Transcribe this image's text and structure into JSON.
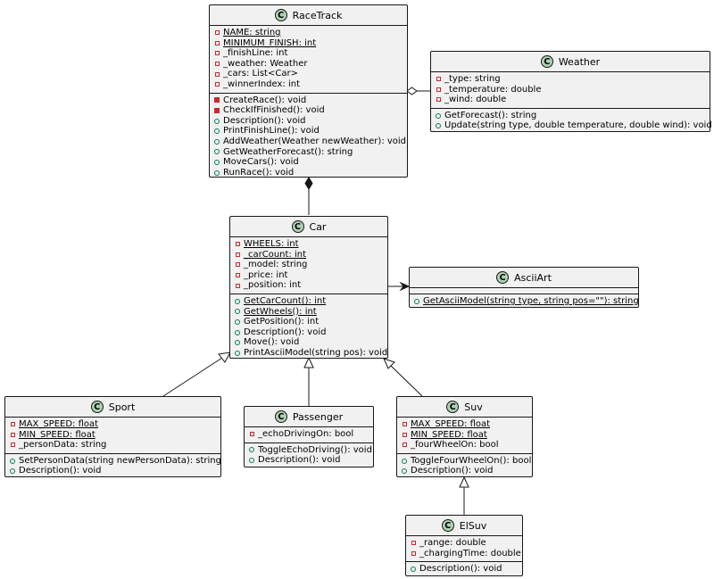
{
  "classes": {
    "racetrack": {
      "name": "RaceTrack",
      "stereotype_letter": "C",
      "fields": [
        {
          "vis": "private",
          "text": "NAME: string",
          "static": true
        },
        {
          "vis": "private",
          "text": "MINIMUM_FINISH: int",
          "static": true
        },
        {
          "vis": "private",
          "text": "_finishLine: int",
          "static": false
        },
        {
          "vis": "private",
          "text": "_weather: Weather",
          "static": false
        },
        {
          "vis": "private",
          "text": "_cars: List<Car>",
          "static": false
        },
        {
          "vis": "private",
          "text": "_winnerIndex: int",
          "static": false
        }
      ],
      "methods": [
        {
          "vis": "private-method",
          "text": "CreateRace(): void",
          "static": false
        },
        {
          "vis": "private-method",
          "text": "CheckIfFinished(): void",
          "static": false
        },
        {
          "vis": "public",
          "text": "Description(): void",
          "static": false
        },
        {
          "vis": "public",
          "text": "PrintFinishLine(): void",
          "static": false
        },
        {
          "vis": "public",
          "text": "AddWeather(Weather newWeather): void",
          "static": false
        },
        {
          "vis": "public",
          "text": "GetWeatherForecast(): string",
          "static": false
        },
        {
          "vis": "public",
          "text": "MoveCars(): void",
          "static": false
        },
        {
          "vis": "public",
          "text": "RunRace(): void",
          "static": false
        }
      ]
    },
    "weather": {
      "name": "Weather",
      "stereotype_letter": "C",
      "fields": [
        {
          "vis": "private",
          "text": "_type: string",
          "static": false
        },
        {
          "vis": "private",
          "text": "_temperature: double",
          "static": false
        },
        {
          "vis": "private",
          "text": "_wind: double",
          "static": false
        }
      ],
      "methods": [
        {
          "vis": "public",
          "text": "GetForecast(): string",
          "static": false
        },
        {
          "vis": "public",
          "text": "Update(string type, double temperature, double wind): void",
          "static": false
        }
      ]
    },
    "car": {
      "name": "Car",
      "stereotype_letter": "C",
      "fields": [
        {
          "vis": "private",
          "text": "WHEELS: int",
          "static": true
        },
        {
          "vis": "private",
          "text": "_carCount: int",
          "static": true
        },
        {
          "vis": "private",
          "text": "_model: string",
          "static": false
        },
        {
          "vis": "private",
          "text": "_price: int",
          "static": false
        },
        {
          "vis": "private",
          "text": "_position: int",
          "static": false
        }
      ],
      "methods": [
        {
          "vis": "public",
          "text": "GetCarCount(): int",
          "static": true
        },
        {
          "vis": "public",
          "text": "GetWheels(): int",
          "static": true
        },
        {
          "vis": "public",
          "text": "GetPosition(): int",
          "static": false
        },
        {
          "vis": "public",
          "text": "Description(): void",
          "static": false
        },
        {
          "vis": "public",
          "text": "Move(): void",
          "static": false
        },
        {
          "vis": "public",
          "text": "PrintAsciiModel(string pos): void",
          "static": false
        }
      ]
    },
    "asciiart": {
      "name": "AsciiArt",
      "stereotype_letter": "C",
      "fields": [],
      "methods": [
        {
          "vis": "public",
          "text": "GetAsciiModel(string type, string pos=\"\"): string",
          "static": true
        }
      ]
    },
    "sport": {
      "name": "Sport",
      "stereotype_letter": "C",
      "fields": [
        {
          "vis": "private",
          "text": "MAX_SPEED: float",
          "static": true
        },
        {
          "vis": "private",
          "text": "MIN_SPEED: float",
          "static": true
        },
        {
          "vis": "private",
          "text": "_personData: string",
          "static": false
        }
      ],
      "methods": [
        {
          "vis": "public",
          "text": "SetPersonData(string newPersonData): string",
          "static": false
        },
        {
          "vis": "public",
          "text": "Description(): void",
          "static": false
        }
      ]
    },
    "passenger": {
      "name": "Passenger",
      "stereotype_letter": "C",
      "fields": [
        {
          "vis": "private",
          "text": "_echoDrivingOn: bool",
          "static": false
        }
      ],
      "methods": [
        {
          "vis": "public",
          "text": "ToggleEchoDriving(): void",
          "static": false
        },
        {
          "vis": "public",
          "text": "Description(): void",
          "static": false
        }
      ]
    },
    "suv": {
      "name": "Suv",
      "stereotype_letter": "C",
      "fields": [
        {
          "vis": "private",
          "text": "MAX_SPEED: float",
          "static": true
        },
        {
          "vis": "private",
          "text": "MIN_SPEED: float",
          "static": true
        },
        {
          "vis": "private",
          "text": "_fourWheelOn: bool",
          "static": false
        }
      ],
      "methods": [
        {
          "vis": "public",
          "text": "ToggleFourWheelOn(): bool",
          "static": false
        },
        {
          "vis": "public",
          "text": "Description(): void",
          "static": false
        }
      ]
    },
    "elsuv": {
      "name": "ElSuv",
      "stereotype_letter": "C",
      "fields": [
        {
          "vis": "private",
          "text": "_range: double",
          "static": false
        },
        {
          "vis": "private",
          "text": "_chargingTime: double",
          "static": false
        }
      ],
      "methods": [
        {
          "vis": "public",
          "text": "Description(): void",
          "static": false
        }
      ]
    }
  },
  "relations": [
    {
      "from": "racetrack",
      "to": "weather",
      "kind": "aggregation"
    },
    {
      "from": "racetrack",
      "to": "car",
      "kind": "composition"
    },
    {
      "from": "car",
      "to": "asciiart",
      "kind": "association"
    },
    {
      "from": "sport",
      "to": "car",
      "kind": "inheritance"
    },
    {
      "from": "passenger",
      "to": "car",
      "kind": "inheritance"
    },
    {
      "from": "suv",
      "to": "car",
      "kind": "inheritance"
    },
    {
      "from": "elsuv",
      "to": "suv",
      "kind": "inheritance"
    }
  ],
  "colors": {
    "class_fill": "#f1f1f1",
    "border": "#181818",
    "badge": "#add1b2",
    "private": "#c82930",
    "public": "#038048"
  }
}
